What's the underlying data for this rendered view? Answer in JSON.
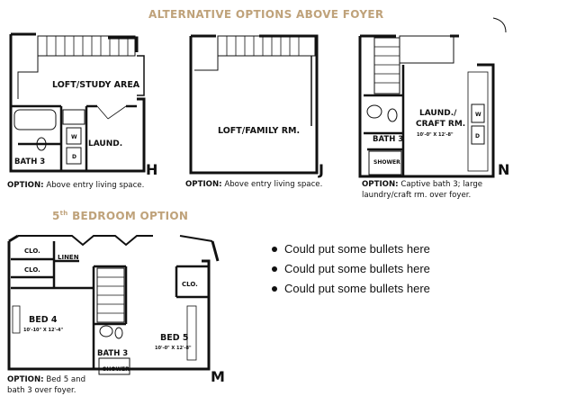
{
  "headings": {
    "alternatives": "ALTERNATIVE OPTIONS ABOVE FOYER",
    "bedroom_option": "BEDROOM OPTION",
    "bedroom_option_prefix": "5",
    "bedroom_option_sup": "th"
  },
  "plan_h": {
    "letter": "H",
    "rooms": {
      "loft": "LOFT/STUDY AREA",
      "laund": "LAUND.",
      "bath": "BATH 3"
    },
    "washer": "W",
    "dryer": "D",
    "caption_option": "OPTION:",
    "caption_text": "Above entry living space."
  },
  "plan_j": {
    "letter": "J",
    "rooms": {
      "loft": "LOFT/FAMILY RM."
    },
    "caption_option": "OPTION:",
    "caption_text": "Above entry living space."
  },
  "plan_n": {
    "letter": "N",
    "rooms": {
      "laund_1": "LAUND./",
      "laund_2": "CRAFT RM.",
      "laund_dim": "10'-0\" X 12'-8\"",
      "bath": "BATH 3",
      "shower": "SHOWER"
    },
    "washer": "W",
    "dryer": "D",
    "caption_option": "OPTION:",
    "caption_line1": "Captive bath 3; large",
    "caption_line2": "laundry/craft rm. over foyer."
  },
  "plan_m": {
    "letter": "M",
    "rooms": {
      "clo1": "CLO.",
      "clo2": "CLO.",
      "clo3": "CLO.",
      "linen": "LINEN",
      "bed4": "BED 4",
      "bed4_dim": "10'-10\" X 12'-4\"",
      "bed5": "BED 5",
      "bed5_dim": "10'-0\" X 12'-8\"",
      "bath": "BATH 3",
      "shower": "SHOWER"
    },
    "caption_option": "OPTION:",
    "caption_line1": "Bed 5 and",
    "caption_line2": "bath 3 over foyer."
  },
  "bullets": [
    "Could put some bullets here",
    "Could put some bullets here",
    "Could put some bullets here"
  ]
}
